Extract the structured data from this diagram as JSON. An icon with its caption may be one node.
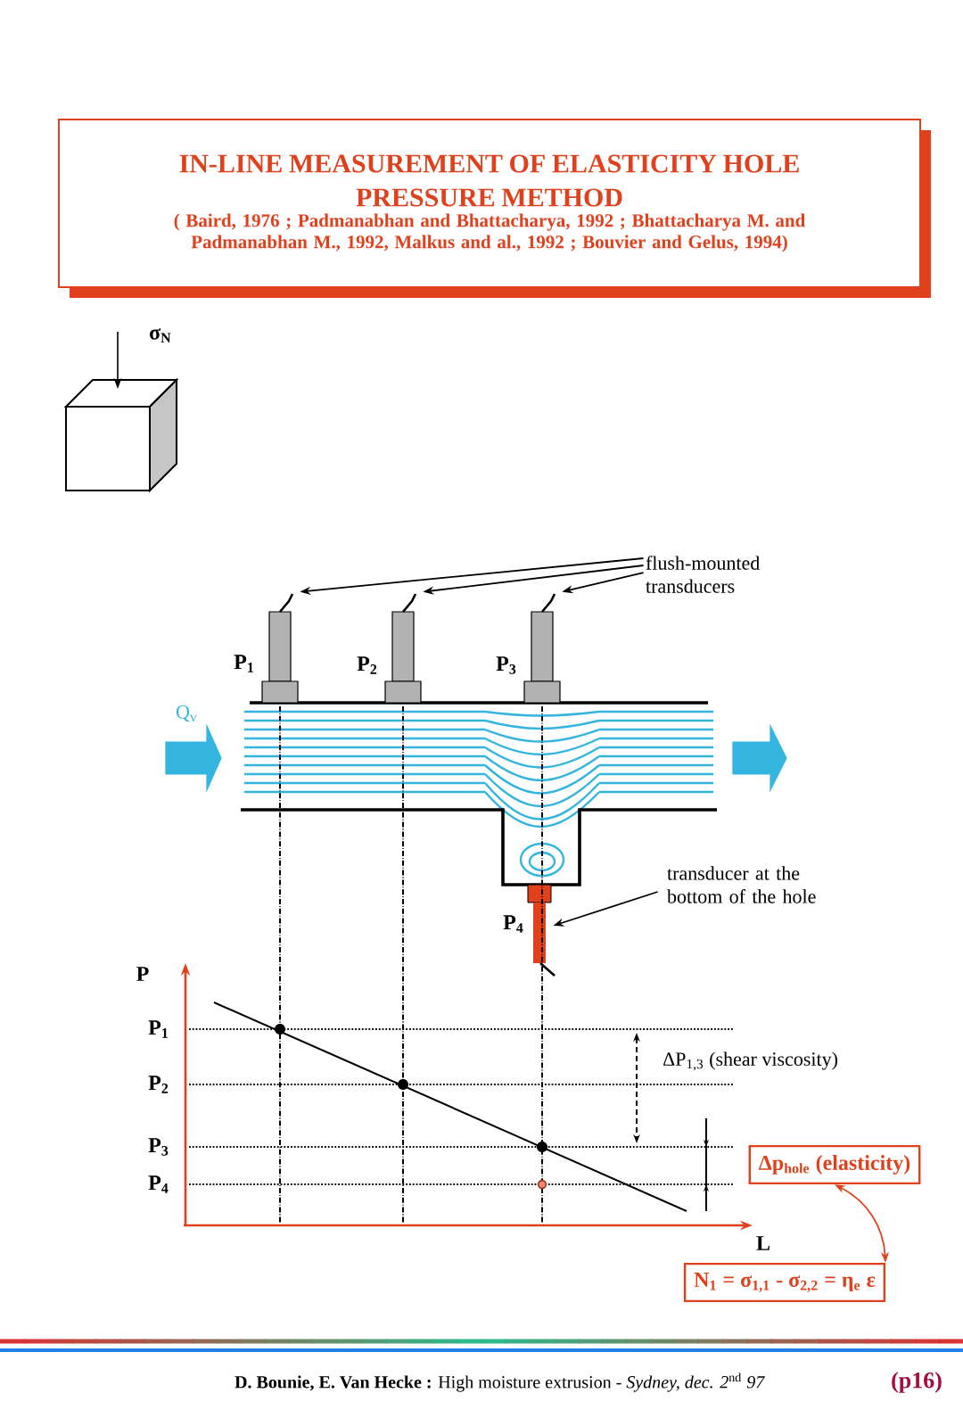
{
  "diagram": {
    "title": "IN-LINE MEASUREMENT OF ELASTICITY HOLE PRESSURE METHOD",
    "caption": "( Baird, 1976 ; Padmanabhan and Bhattacharya, 1992 ; Bhattacharya M. and Padmanabhan M., 1992, Malkus and al., 1992 ; Bouvier and Gelus, 1994)",
    "nodes": [
      {
        "text": [
          "flush-mounted transducers"
        ]
      },
      {
        "text": [],
        "shape": "bar",
        "beside": [
          "P$_{1}$"
        ]
      },
      {
        "text": [],
        "shape": "bar",
        "beside": [
          "P$_{2}$"
        ]
      },
      {
        "text": [],
        "shape": "bar",
        "beside": [
          "P$_{3}$"
        ]
      },
      {
        "text": [
          "transducer at the bottom of the hole"
        ]
      },
      {
        "text": [],
        "shape": "box",
        "beside": [
          "P$_{4}$"
        ]
      },
      {
        "text": [
          "Δp$_{hole}$ (elasticity)"
        ]
      },
      {
        "text": [
          "N$_{1}$ = σ$_{1,1}$ - σ$_{2,2}$ = η$_{e}$ ε"
        ]
      }
    ],
    "edges": [
      {
        "from": 0,
        "to": 1,
        "arrow": "to"
      },
      {
        "from": 0,
        "to": 2,
        "arrow": "to"
      },
      {
        "from": 0,
        "to": 3,
        "arrow": "to"
      },
      {
        "from": 4,
        "to": 5,
        "arrow": "to"
      },
      {
        "from": 6,
        "to": 7,
        "arrow": "both",
        "color": "#e0401c"
      }
    ],
    "labels": [
      "σ$_{N}$",
      "Q$_{v}$",
      "P",
      "P$_{1}$",
      "P$_{2}$",
      "P$_{3}$",
      "P$_{4}$",
      "ΔP$_{1,3}$ (shear viscosity)",
      "L",
      "**D. Bounie, E. Van Hecke :** High moisture extrusion - *Sydney, dec. 2*$^{nd}$ *97*",
      "(p16)"
    ]
  }
}
